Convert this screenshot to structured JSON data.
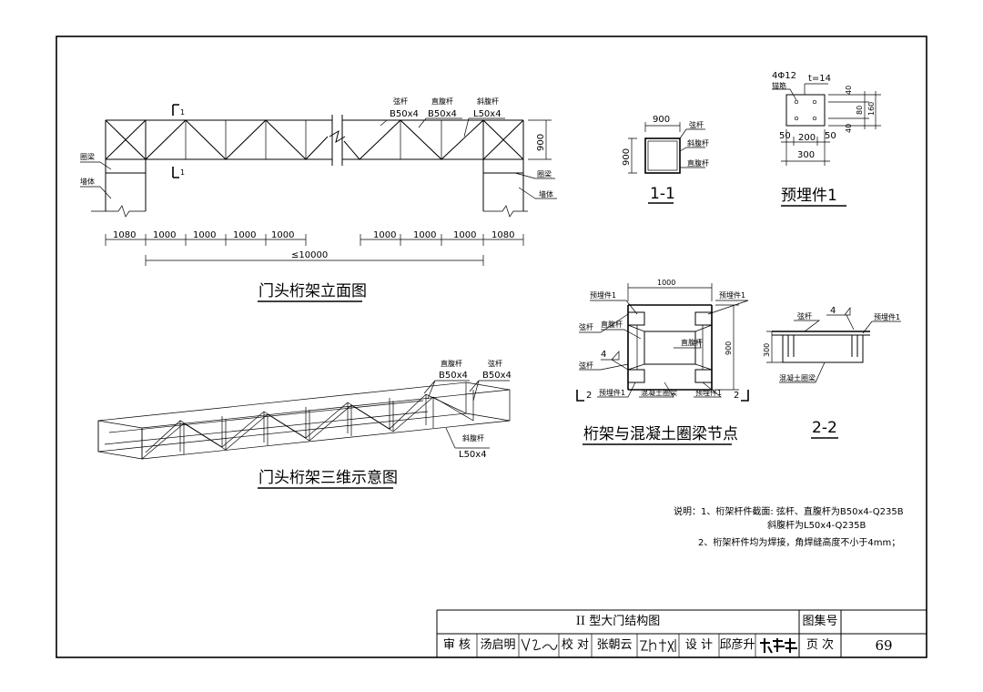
{
  "elevation": {
    "title": "门头桁架立面图",
    "section_mark": "1",
    "label_chord": "弦杆",
    "label_chord_size": "B50x4",
    "label_vertical": "直腹杆",
    "label_vertical_size": "B50x4",
    "label_diagonal": "斜腹杆",
    "label_diagonal_size": "L50x4",
    "label_beam": "圈梁",
    "label_wall": "墙体",
    "height_dim": "900",
    "dims_left": [
      "1080",
      "1000",
      "1000",
      "1000",
      "1000"
    ],
    "dims_right": [
      "1000",
      "1000",
      "1000",
      "1080"
    ],
    "total_dim": "≤10000"
  },
  "section11": {
    "title": "1-1",
    "width": "900",
    "height": "900",
    "label_chord": "弦杆",
    "label_diagonal": "斜腹杆",
    "label_vertical": "直腹杆"
  },
  "embed": {
    "title": "预埋件1",
    "anchor": "4Φ12",
    "anchor_label": "锚筋",
    "plate": "t=14",
    "dim_40a": "40",
    "dim_80": "80",
    "dim_40b": "40",
    "dim_160": "160",
    "dim_50a": "50",
    "dim_200": "200",
    "dim_50b": "50",
    "dim_300": "300"
  },
  "view3d": {
    "title": "门头桁架三维示意图",
    "label_vertical": "直腹杆",
    "label_vertical_size": "B50x4",
    "label_chord": "弦杆",
    "label_chord_size": "B50x4",
    "label_diagonal": "斜腹杆",
    "label_diagonal_size": "L50x4"
  },
  "node": {
    "title": "桁架与混凝土圈梁节点",
    "width": "1000",
    "height": "900",
    "label_embed_a": "预埋件1",
    "label_embed_b": "预埋件1",
    "label_chord_a": "弦杆",
    "label_vertical_a": "直腹杆",
    "label_vertical_b": "直腹杆",
    "label_chord_b": "弦杆",
    "weld": "4",
    "section_mark": "2",
    "label_embed_c": "预埋件1",
    "label_beam": "混凝土圈梁",
    "label_embed_d": "预埋件1"
  },
  "section22": {
    "title": "2-2",
    "label_chord": "弦杆",
    "weld": "4",
    "label_embed": "预埋件1",
    "height": "300",
    "label_beam": "混凝土圈梁"
  },
  "notes": {
    "line1": "说明：1、桁架杆件截面: 弦杆、直腹杆为B50x4-Q235B",
    "line2": "斜腹杆为L50x4-Q235B",
    "line3": "2、桁架杆件均为焊接，角焊缝高度不小于4mm；"
  },
  "titleblock": {
    "drawing_title": "II 型大门结构图",
    "atlas_label": "图集号",
    "atlas_value": "",
    "review_label": "审  核",
    "review_name": "汤启明",
    "check_label": "校  对",
    "check_name": "张朝云",
    "design_label": "设  计",
    "design_name": "邱彦升",
    "page_label": "页  次",
    "page_value": "69"
  }
}
